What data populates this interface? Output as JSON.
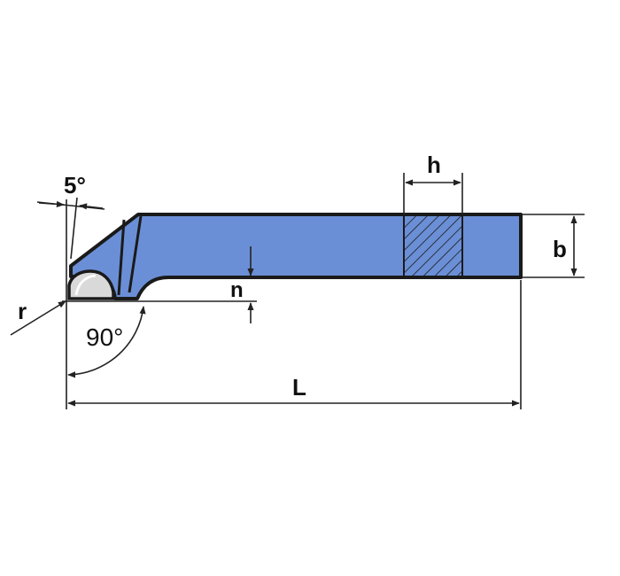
{
  "diagram": {
    "labels": {
      "angle_top": "5°",
      "radius": "r",
      "angle_bottom": "90°",
      "width": "h",
      "height": "b",
      "offset": "n",
      "length": "L"
    },
    "colors": {
      "body_fill": "#6b8fd6",
      "outline": "#1a1a1a",
      "insert_fill": "#d9d9d9",
      "dimension_line": "#222222"
    }
  }
}
